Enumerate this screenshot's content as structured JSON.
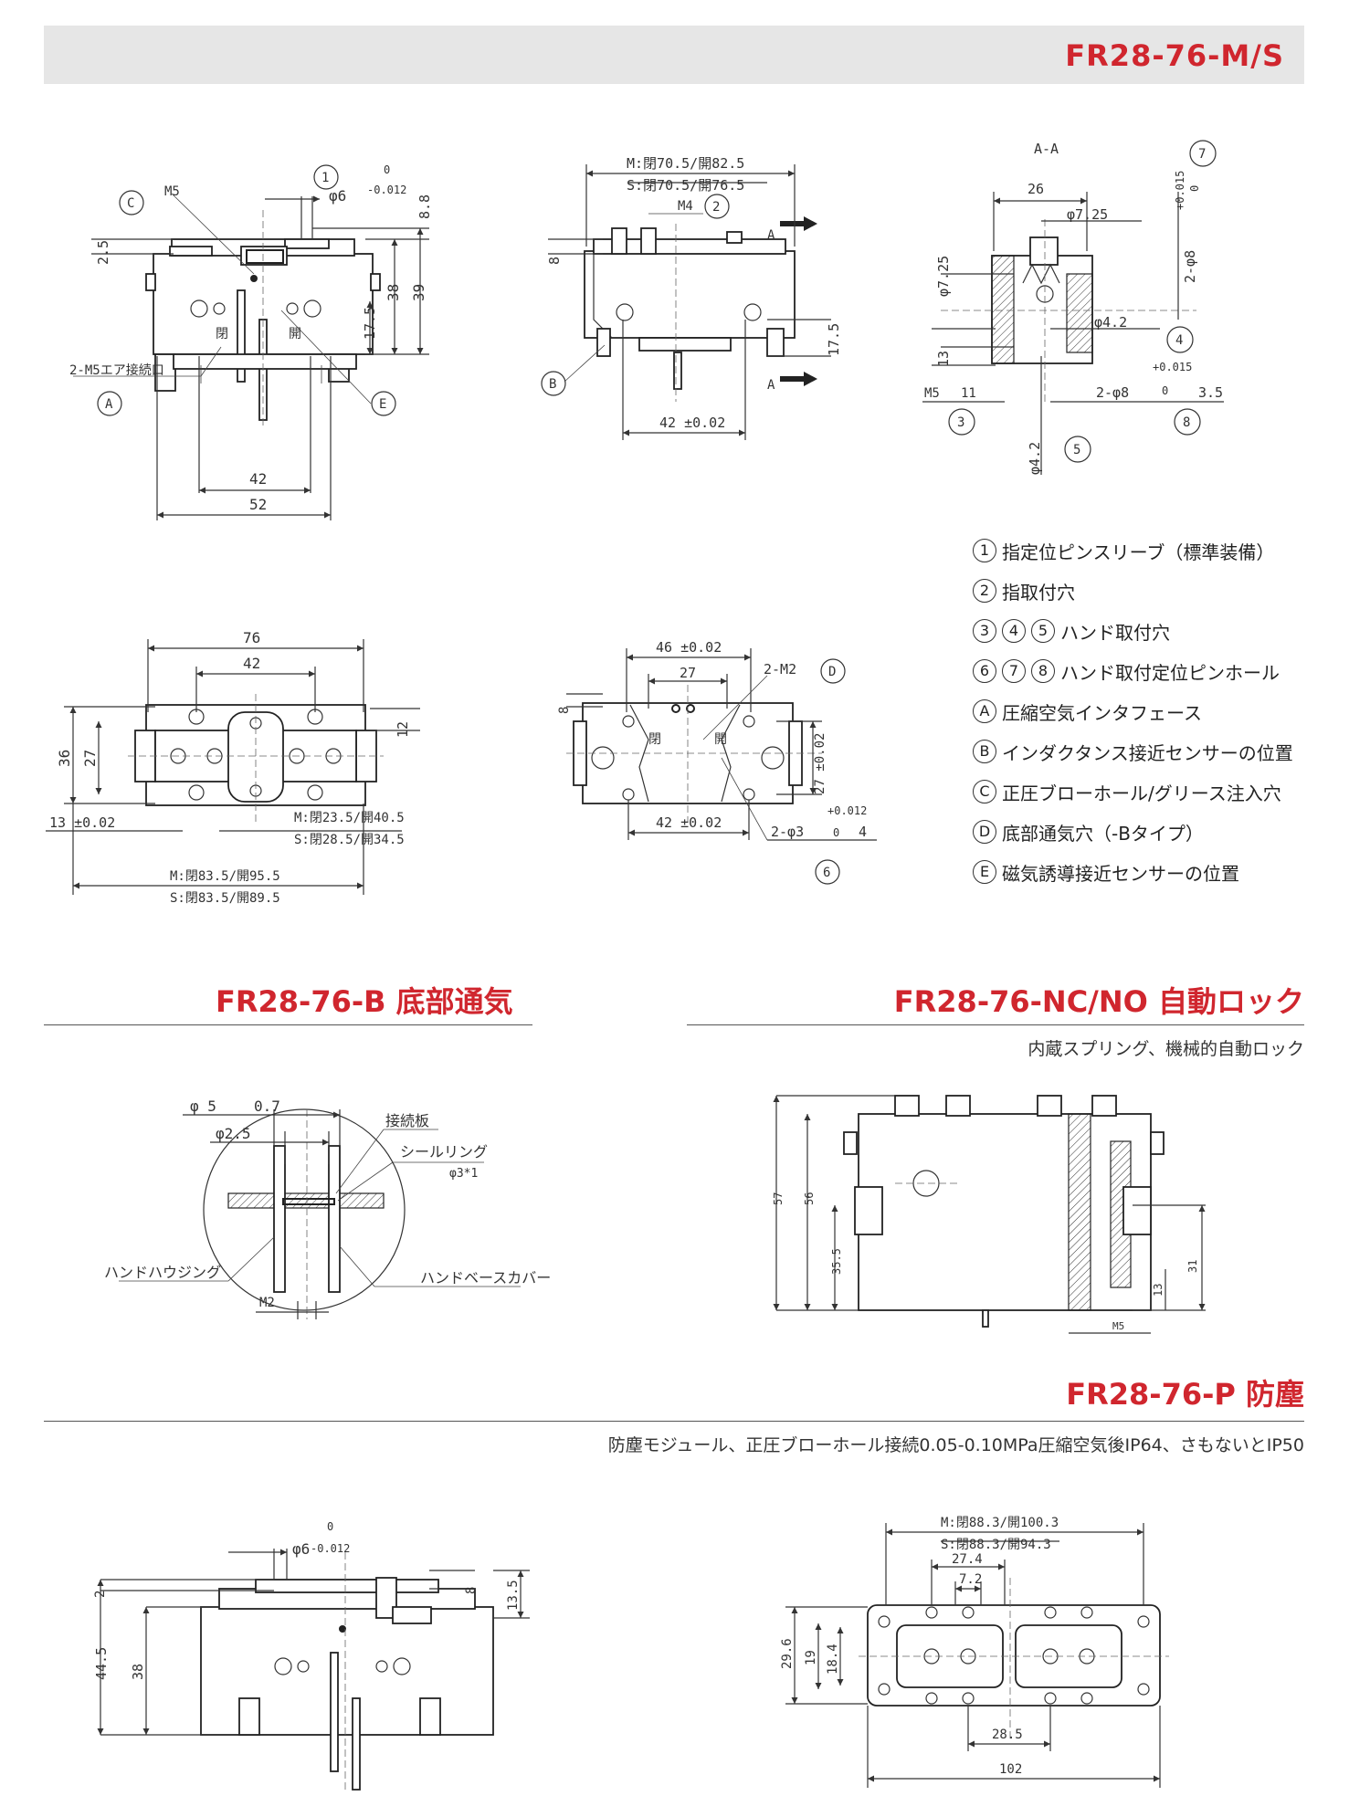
{
  "header": {
    "title": "FR28-76-M/S"
  },
  "legend": [
    {
      "marks": [
        "1"
      ],
      "text": "指定位ピンスリーブ（標準装備）"
    },
    {
      "marks": [
        "2"
      ],
      "text": "指取付穴"
    },
    {
      "marks": [
        "3",
        "4",
        "5"
      ],
      "text": "ハンド取付穴"
    },
    {
      "marks": [
        "6",
        "7",
        "8"
      ],
      "text": "ハンド取付定位ピンホール"
    },
    {
      "marks": [
        "A"
      ],
      "text": "圧縮空気インタフェース"
    },
    {
      "marks": [
        "B"
      ],
      "text": "インダクタンス接近センサーの位置"
    },
    {
      "marks": [
        "C"
      ],
      "text": "正圧ブローホール/グリース注入穴"
    },
    {
      "marks": [
        "D"
      ],
      "text": "底部通気穴（-Bタイプ）"
    },
    {
      "marks": [
        "E"
      ],
      "text": "磁気誘導接近センサーの位置"
    }
  ],
  "sections": {
    "bottom_vent": {
      "title": "FR28-76-B 底部通気"
    },
    "auto_lock": {
      "title": "FR28-76-NC/NO 自動ロック",
      "subtitle": "内蔵スプリング、機械的自動ロック"
    },
    "dustproof": {
      "title": "FR28-76-P 防塵",
      "subtitle": "防塵モジュール、正圧ブローホール接続0.05-0.10MPa圧縮空気後IP64、さもないとIP50"
    }
  },
  "drawings": {
    "front": {
      "callouts": [
        "C",
        "1",
        "A",
        "E"
      ],
      "labels": [
        "M5",
        "2-M5エア接続口",
        "閉",
        "開"
      ],
      "dims": [
        "φ6",
        "0",
        "-0.012",
        "2.5",
        "8.8",
        "38",
        "39",
        "17.5",
        "42",
        "52"
      ]
    },
    "side": {
      "callouts": [
        "2",
        "B"
      ],
      "labels": [
        "M4",
        "A",
        "A"
      ],
      "dims": [
        "M:閉70.5/開82.5",
        "S:閉70.5/開76.5",
        "8",
        "17.5",
        "42 ±0.02"
      ]
    },
    "section_aa": {
      "callouts": [
        "7",
        "4",
        "3",
        "8",
        "5"
      ],
      "labels": [
        "A-A"
      ],
      "dims": [
        "26",
        "φ7.25",
        "+0.015",
        "0",
        "2-φ8",
        "φ7.25",
        "13",
        "φ4.2",
        "M5",
        "11",
        "2-φ8",
        "+0.015",
        "0",
        "3.5",
        "φ4.2"
      ]
    },
    "top": {
      "dims": [
        "76",
        "42",
        "36",
        "27",
        "12",
        "13 ±0.02",
        "M:閉23.5/開40.5",
        "S:閉28.5/開34.5",
        "M:閉83.5/開95.5",
        "S:閉83.5/開89.5"
      ]
    },
    "bottom": {
      "callouts": [
        "D",
        "6"
      ],
      "labels": [
        "2-M2",
        "閉",
        "開"
      ],
      "dims": [
        "46 ±0.02",
        "27",
        "8",
        "27 ±0.02",
        "42 ±0.02",
        "2-φ3",
        "+0.012",
        "0",
        "4"
      ]
    },
    "vent_detail": {
      "labels": [
        "接続板",
        "シールリング",
        "φ3*1",
        "ハンドハウジング",
        "ハンドベースカバー",
        "M2"
      ],
      "dims": [
        "φ 5",
        "0.7",
        "φ2.5"
      ]
    },
    "lock_section": {
      "dims": [
        "57",
        "56",
        "35.5",
        "31",
        "13",
        "M5"
      ]
    },
    "dust_front": {
      "dims": [
        "φ6",
        "0",
        "-0.012",
        "2",
        "8",
        "13.5",
        "44.5",
        "38"
      ]
    },
    "dust_top": {
      "dims": [
        "M:閉88.3/開100.3",
        "S:閉88.3/開94.3",
        "27.4",
        "7.2",
        "29.6",
        "19",
        "18.4",
        "28.5",
        "102"
      ]
    }
  }
}
